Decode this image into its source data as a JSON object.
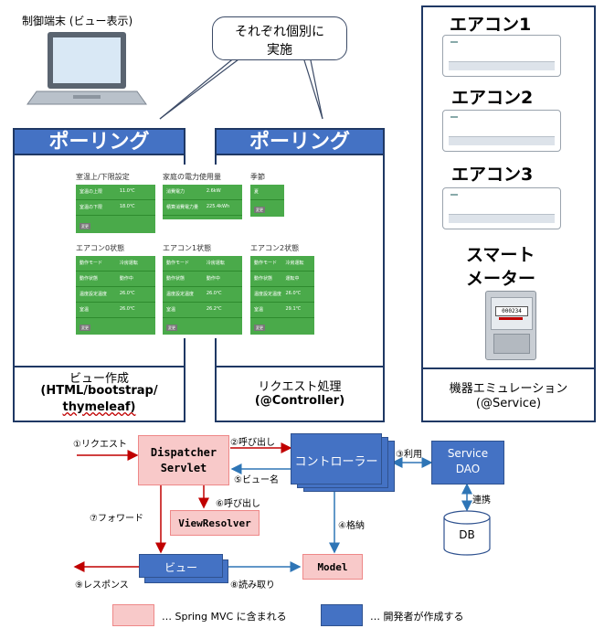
{
  "terminal": {
    "label": "制御端末 (ビュー表示)"
  },
  "callout": {
    "line1": "それぞれ個別に",
    "line2": "実施"
  },
  "polling_left": {
    "header": "ポーリング",
    "footer_line1": "ビュー作成",
    "footer_line2": "(HTML/bootstrap/",
    "footer_line3": "thymeleaf)"
  },
  "polling_right": {
    "header": "ポーリング",
    "footer_line1": "リクエスト処理",
    "footer_line2": "(@Controller)"
  },
  "dashboard": {
    "temp_title": "室温上/下限設定",
    "temp_rows": [
      {
        "k": "室温の上限",
        "v": "11.0℃"
      },
      {
        "k": "室温の下限",
        "v": "18.0℃"
      }
    ],
    "power_title": "家庭の電力使用量",
    "power_rows": [
      {
        "k": "消費電力",
        "v": "2.6kW"
      },
      {
        "k": "積算消費電力量",
        "v": "225.4kWh"
      }
    ],
    "season_title": "季節",
    "season_rows": [
      {
        "k": "夏",
        "v": ""
      }
    ],
    "ac0_title": "エアコン0状態",
    "ac1_title": "エアコン1状態",
    "ac2_title": "エアコン2状態",
    "ac0_rows": [
      {
        "k": "動作モード",
        "v": "冷房運転"
      },
      {
        "k": "動作状態",
        "v": "動作中"
      },
      {
        "k": "温度設定温度",
        "v": "26.0℃"
      },
      {
        "k": "室温",
        "v": "26.0℃"
      }
    ],
    "ac1_rows": [
      {
        "k": "動作モード",
        "v": "冷房運転"
      },
      {
        "k": "動作状態",
        "v": "動作中"
      },
      {
        "k": "温度設定温度",
        "v": "26.0℃"
      },
      {
        "k": "室温",
        "v": "26.2℃"
      }
    ],
    "ac2_rows": [
      {
        "k": "動作モード",
        "v": "冷房運転"
      },
      {
        "k": "動作状態",
        "v": "運転中"
      },
      {
        "k": "温度設定温度",
        "v": "26.0℃"
      },
      {
        "k": "室温",
        "v": "29.1℃"
      }
    ],
    "button": "変更"
  },
  "devices": {
    "ac1": "エアコン1",
    "ac2": "エアコン2",
    "ac3": "エアコン3",
    "meter_line1": "スマート",
    "meter_line2": "メーター",
    "meter_display": "000234",
    "footer_line1": "機器エミュレーション",
    "footer_line2": "(@Service)"
  },
  "flow": {
    "dispatcher_line1": "Dispatcher",
    "dispatcher_line2": "Servlet",
    "controller": "コントローラー",
    "service_line1": "Service",
    "service_line2": "DAO",
    "db": "DB",
    "view_resolver": "ViewResolver",
    "view": "ビュー",
    "model": "Model",
    "step1": "①リクエスト",
    "step2": "②呼び出し",
    "step3": "③利用",
    "step4": "④格納",
    "step5": "⑤ビュー名",
    "step6": "⑥呼び出し",
    "step7": "⑦フォワード",
    "step8": "⑧読み取り",
    "step9": "⑨レスポンス",
    "link": "連携"
  },
  "legend": {
    "spring": "… Spring MVC に含まれる",
    "developer": "… 開発者が作成する"
  },
  "colors": {
    "accent_blue": "#4472c4",
    "pink": "#f8c9c9",
    "green": "#4aaa4a",
    "arrow_red": "#c00000",
    "arrow_blue": "#2e75b6"
  }
}
